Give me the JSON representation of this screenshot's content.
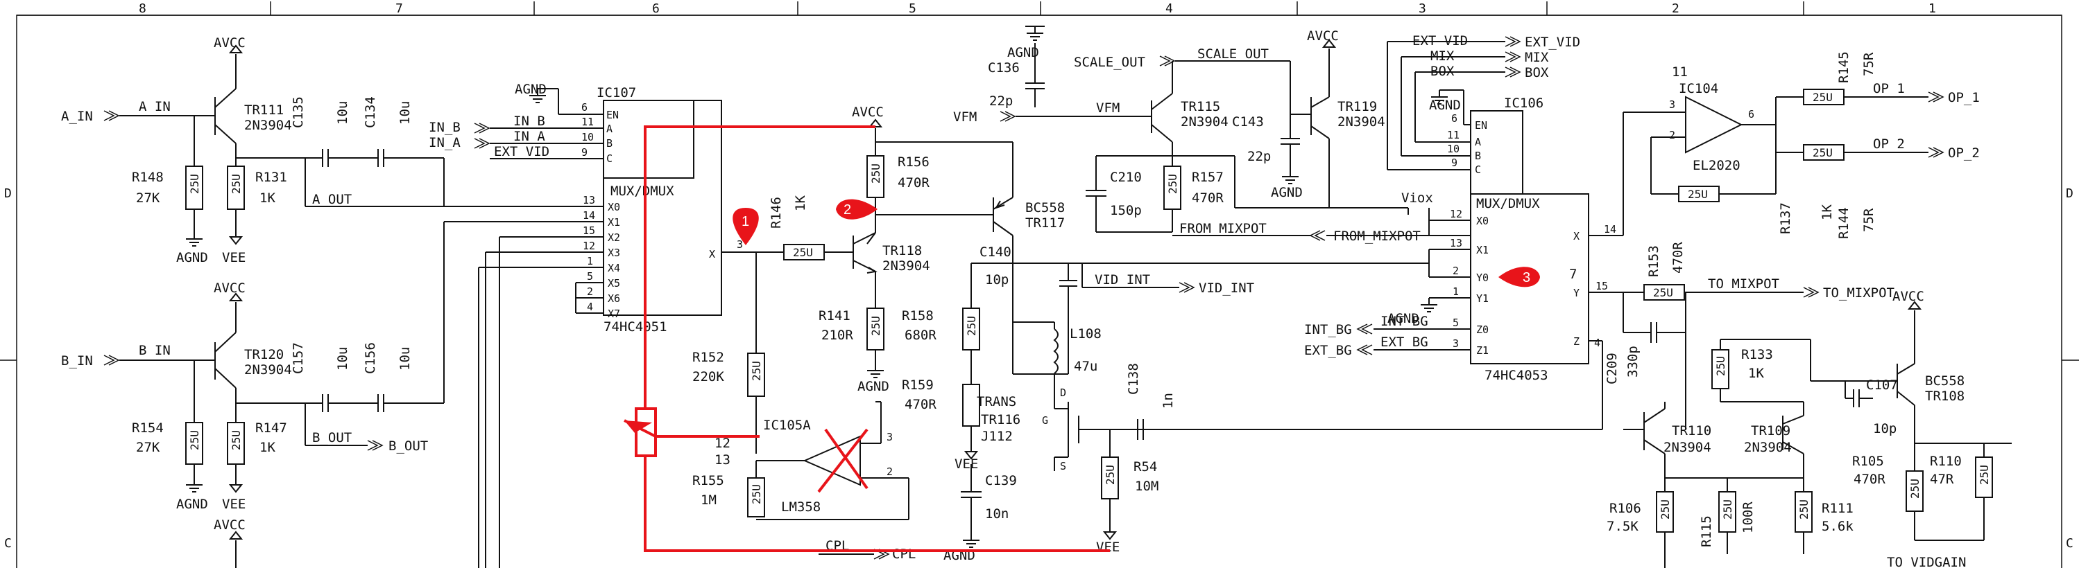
{
  "frame": {
    "columns": [
      "8",
      "7",
      "6",
      "5",
      "4",
      "3",
      "2",
      "1"
    ],
    "rows": [
      "D",
      "C"
    ]
  },
  "markers": [
    "1",
    "2",
    "3"
  ],
  "colors": {
    "ink": "#111111",
    "annotation": "#e8141a",
    "paper": "#ffffff"
  },
  "inputs": {
    "a_in": {
      "port": "A_IN",
      "net": "A IN"
    },
    "b_in": {
      "port": "B_IN",
      "net": "B IN"
    }
  },
  "ch_a": {
    "avcc": "AVCC",
    "tr": "TR111",
    "tr_part": "2N3904",
    "c135": "C135",
    "c135v": "10u",
    "c134": "C134",
    "c134v": "10u",
    "r148": "R148",
    "r148v": "27K",
    "r148box": "25U",
    "r131": "R131",
    "r131v": "1K",
    "r131box": "25U",
    "agnd": "AGND",
    "vee": "VEE",
    "out": "A_OUT"
  },
  "ch_b": {
    "avcc": "AVCC",
    "tr": "TR120",
    "tr_part": "2N3904",
    "c157": "C157",
    "c157v": "10u",
    "c156": "C156",
    "c156v": "10u",
    "r154": "R154",
    "r154v": "27K",
    "r154box": "25U",
    "r147": "R147",
    "r147v": "1K",
    "r147box": "25U",
    "agnd": "AGND",
    "vee": "VEE",
    "out": "B_OUT",
    "out_port": "B_OUT",
    "bottom_avcc": "AVCC"
  },
  "ic107": {
    "ref": "IC107",
    "title": "MUX/DMUX",
    "part": "74HC4051",
    "agnd": "AGND",
    "in_b": "IN_B",
    "in_a": "IN_A",
    "ext_vid": "EXT VID",
    "ctl_pins": [
      {
        "name": "EN",
        "num": "6",
        "net": "",
        "net2": ""
      },
      {
        "name": "A",
        "num": "11",
        "net": "IN B",
        "net2": "IN_B"
      },
      {
        "name": "B",
        "num": "10",
        "net": "IN A",
        "net2": "IN_A"
      },
      {
        "name": "C",
        "num": "9",
        "net": "EXT VID",
        "net2": ""
      }
    ],
    "x_pins": [
      {
        "name": "X0",
        "num": "13"
      },
      {
        "name": "X1",
        "num": "14"
      },
      {
        "name": "X2",
        "num": "15"
      },
      {
        "name": "X3",
        "num": "12"
      },
      {
        "name": "X4",
        "num": "1"
      },
      {
        "name": "X5",
        "num": "5"
      },
      {
        "name": "X6",
        "num": "2"
      },
      {
        "name": "X7",
        "num": "4"
      }
    ],
    "out_pin": "X",
    "out_num": "3"
  },
  "mid": {
    "avcc": "AVCC",
    "r146": "R146",
    "r146v": "1K",
    "r146box": "25U",
    "r156": "R156",
    "r156v": "470R",
    "r156box": "25U",
    "tr118": "TR118",
    "tr118p": "2N3904",
    "tr117": "TR117",
    "tr117p": "BC558",
    "r141": "R141",
    "r141v": "210R",
    "r141box": "25U",
    "r158": "R158",
    "r158v": "680R",
    "r158box": "25U",
    "r159": "R159",
    "r159v": "470R",
    "c140": "C140",
    "c140v": "10p",
    "r152": "R152",
    "r152v": "220K",
    "r152box": "25U",
    "ic105": "IC105A",
    "ic105p": "LM358",
    "pin3": "3",
    "pin2": "2",
    "note1": "12",
    "note2": "13",
    "r155": "R155",
    "r155v": "1M",
    "r155box": "25U",
    "c139": "C139",
    "c139v": "10n",
    "vee": "VEE",
    "agnd": "AGND",
    "agnd2": "AGND",
    "vee2": "VEE",
    "l108": "L108",
    "l108v": "47u",
    "tr116": "TR116",
    "tr116p": "J112",
    "tr116note": "TRANS",
    "gate": "G",
    "drain": "D",
    "source": "S",
    "c138": "C138",
    "c138v": "1n",
    "r54": "R54",
    "r54v": "10M",
    "r54box": "25U",
    "vid_int": "VID INT",
    "vid_int_port": "VID_INT",
    "bottom_net": "CPL",
    "bottom_port": "CPL"
  },
  "top": {
    "agnd": "AGND",
    "c136": "C136",
    "c136v": "22p",
    "vfm": "VFM",
    "vfm2": "VFM",
    "scale_out": "SCALE_OUT",
    "scale_out_net": "SCALE OUT",
    "tr115": "TR115",
    "tr115p": "2N3904",
    "c143": "C143",
    "c143v": "22p",
    "avcc": "AVCC",
    "tr119": "TR119",
    "tr119p": "2N3904",
    "agnd2": "AGND",
    "c210": "C210",
    "c210v": "150p",
    "r157": "R157",
    "r157v": "470R",
    "r157box": "25U",
    "from_mixpot": "FROM MIXPOT",
    "from_mixpot_port": "FROM_MIXPOT"
  },
  "ic106": {
    "ref": "IC106",
    "title": "MUX/DMUX",
    "part": "74HC4053",
    "agnd": "AGND",
    "ext_vid": "EXT VID",
    "mix": "MIX",
    "box": "BOX",
    "ext_vid_port": "EXT_VID",
    "mix_port": "MIX",
    "box_port": "BOX",
    "ctl_pins": [
      {
        "name": "EN",
        "num": "6"
      },
      {
        "name": "A",
        "num": "11"
      },
      {
        "name": "B",
        "num": "10"
      },
      {
        "name": "C",
        "num": "9"
      }
    ],
    "x0": "X0",
    "x0n": "12",
    "x1": "X1",
    "x1n": "13",
    "xo": "X",
    "xon": "14",
    "y0": "Y0",
    "y0n": "2",
    "y1": "Y1",
    "y1n": "1",
    "yo": "Y",
    "yon": "15",
    "z0": "Z0",
    "z0n": "5",
    "z1": "Z1",
    "z1n": "3",
    "zo": "Z",
    "zon": "4",
    "agnd2": "AGND",
    "int_bg": "INT_BG",
    "int_bg_net": "INT BG",
    "ext_bg": "EXT_BG",
    "ext_bg_net": "EXT BG",
    "note_x": "Viox",
    "note_y": "7"
  },
  "right": {
    "ic104": "IC104",
    "ic104p": "EL2020",
    "pin3": "3",
    "pin2": "2",
    "pin6": "6",
    "note": "11",
    "r145": "R145",
    "r145v": "75R",
    "r145box": "25U",
    "r144": "R144",
    "r144v": "75R",
    "r144box": "25U",
    "op1": "OP 1",
    "op1_port": "OP_1",
    "op2": "OP 2",
    "op2_port": "OP_2",
    "r137": "R137",
    "r137v": "1K",
    "r137box": "25U",
    "r153": "R153",
    "r153v": "470R",
    "r153box": "25U",
    "to_mixpot": "TO MIXPOT",
    "to_mixpot_port": "TO_MIXPOT",
    "c209": "C209",
    "c209v": "330p",
    "r133": "R133",
    "r133v": "1K",
    "r133box": "25U",
    "avcc": "AVCC",
    "tr108": "TR108",
    "tr108p": "BC558",
    "c107": "C107",
    "c107v": "10p",
    "tr110": "TR110",
    "tr110p": "2N3904",
    "tr109": "TR109",
    "tr109p": "2N3904",
    "r105": "R105",
    "r105v": "470R",
    "r105box": "25U",
    "r110": "R110",
    "r110v": "47R",
    "r110box": "25U",
    "r106": "R106",
    "r106v": "7.5K",
    "r106box": "25U",
    "r115": "R115",
    "r115v": "100R",
    "r115box": "25U",
    "r111": "R111",
    "r111v": "5.6k",
    "r111box": "25U",
    "to_vidgain": "TO VIDGAIN"
  }
}
